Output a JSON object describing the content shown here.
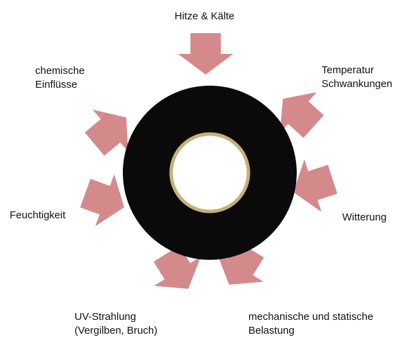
{
  "colors": {
    "arrow": "#d48a8b",
    "ring_outer": "#0a0a0a",
    "ring_inner_border": "#c7b07a",
    "background": "#ffffff"
  },
  "factors": [
    {
      "id": "heat-cold",
      "lines": [
        "Hitze & Kälte"
      ]
    },
    {
      "id": "temperature-fluctuations",
      "lines": [
        "Temperatur",
        "Schwankungen"
      ]
    },
    {
      "id": "weathering",
      "lines": [
        "Witterung"
      ]
    },
    {
      "id": "mechanical-static-load",
      "lines": [
        "mechanische und statische",
        "Belastung"
      ]
    },
    {
      "id": "uv-radiation",
      "lines": [
        "UV-Strahlung",
        "(Vergilben, Bruch)"
      ]
    },
    {
      "id": "moisture",
      "lines": [
        "Feuchtigkeit"
      ]
    },
    {
      "id": "chemical-influences",
      "lines": [
        "chemische",
        "Einflüsse"
      ]
    }
  ]
}
